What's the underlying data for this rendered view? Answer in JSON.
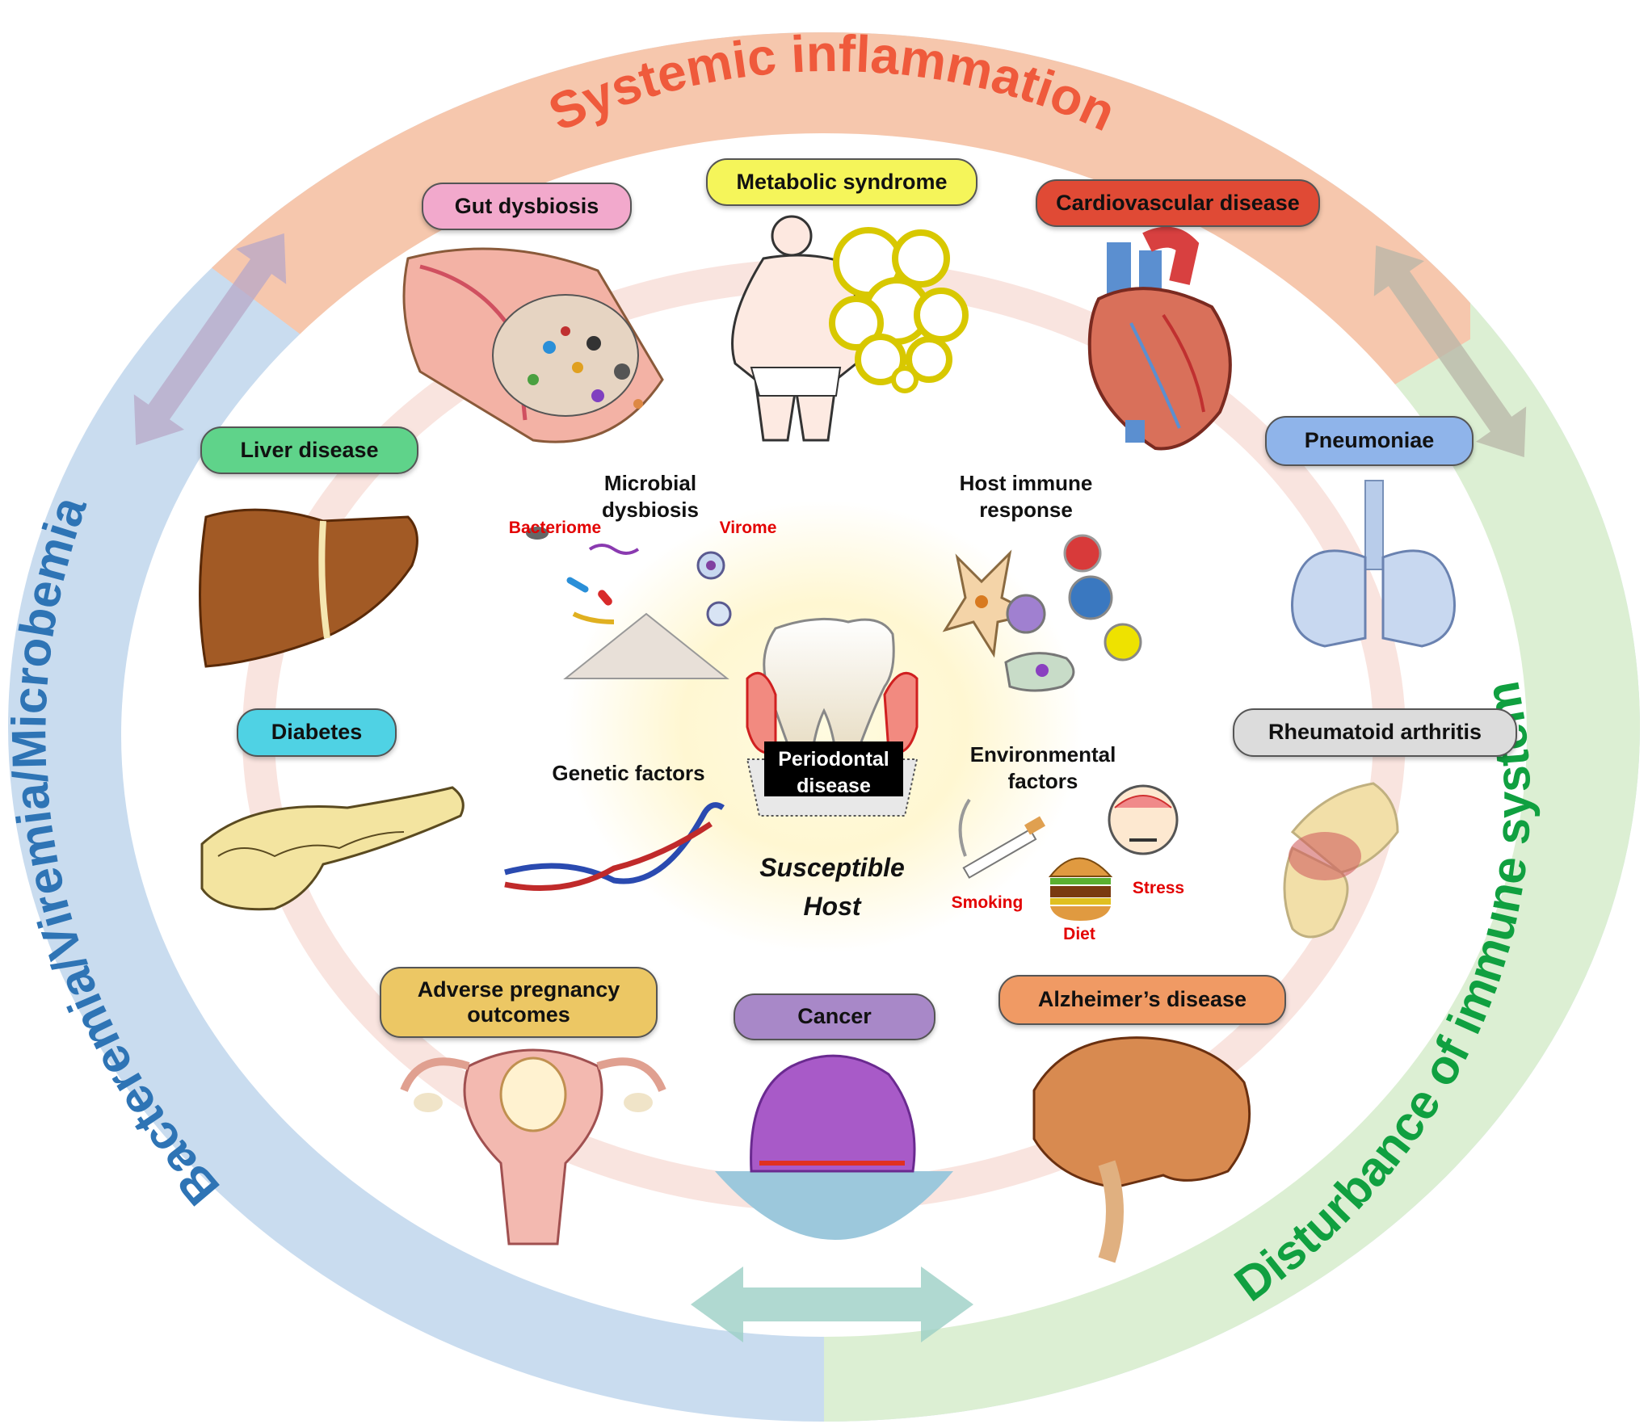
{
  "outer_ring": {
    "top": "Systemic inflammation",
    "left": "Bacteremia/Viremia/Microbemia",
    "right": "Disturbance of immune system"
  },
  "diseases": {
    "metabolic": "Metabolic syndrome",
    "gut": "Gut dysbiosis",
    "cardio": "Cardiovascular disease",
    "liver": "Liver disease",
    "pneumoniae": "Pneumoniae",
    "diabetes": "Diabetes",
    "rheumatoid": "Rheumatoid arthritis",
    "pregnancy_line1": "Adverse pregnancy",
    "pregnancy_line2": "outcomes",
    "cancer": "Cancer",
    "alzheimer": "Alzheimer’s disease"
  },
  "center": {
    "microbial_line1": "Microbial",
    "microbial_line2": "dysbiosis",
    "bacteriome": "Bacteriome",
    "virome": "Virome",
    "host_immune_line1": "Host immune",
    "host_immune_line2": "response",
    "genetic": "Genetic factors",
    "environmental_line1": "Environmental",
    "environmental_line2": "factors",
    "periodontal_line1": "Periodontal",
    "periodontal_line2": "disease",
    "susceptible_line1": "Susceptible",
    "susceptible_line2": "Host",
    "smoking": "Smoking",
    "diet": "Diet",
    "stress": "Stress"
  },
  "colors": {
    "ring_top": "#f6c7ad",
    "ring_left": "#c9dcef",
    "ring_right": "#dcefd3",
    "text_top": "#ef5a3c",
    "text_left": "#2e74b5",
    "text_right": "#10a040",
    "metabolic": "#f5f55a",
    "gut": "#f2a9cc",
    "cardio": "#e04a35",
    "liver": "#5fd38a",
    "pneumoniae": "#8fb4ea",
    "diabetes": "#4fd2e4",
    "rheumatoid": "#dcdcdc",
    "pregnancy": "#ecc764",
    "cancer": "#a888c8",
    "alzheimer": "#f09a64"
  },
  "icons": [
    "gut-icon",
    "obese-body-icon",
    "fat-cells-icon",
    "heart-icon",
    "liver-icon",
    "lungs-icon",
    "pancreas-icon",
    "joint-icon",
    "uterus-icon",
    "tumor-icon",
    "brain-icon",
    "tooth-icon",
    "dna-icon",
    "bacteria-icon",
    "virus-icon",
    "immune-cells-icon",
    "cigarette-icon",
    "burger-icon",
    "stress-face-icon",
    "double-arrow-icon"
  ]
}
